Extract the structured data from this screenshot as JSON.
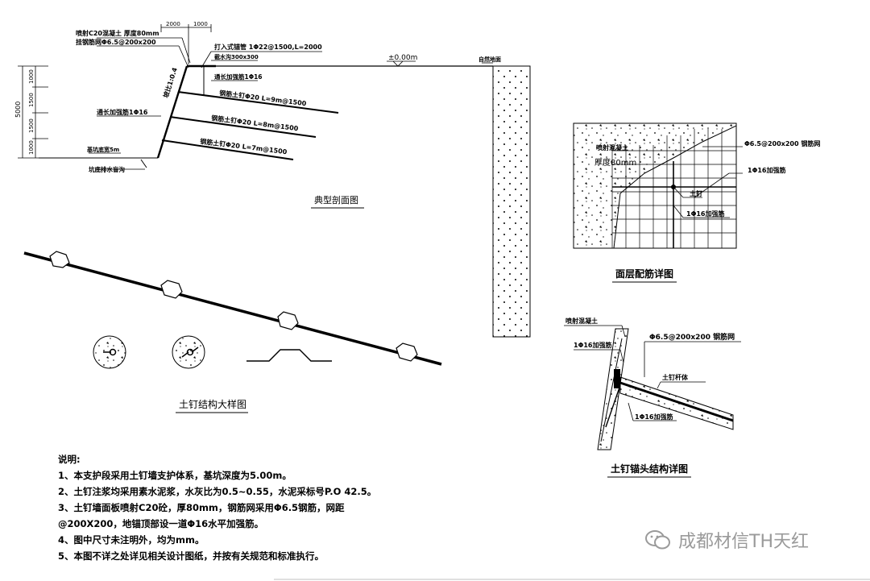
{
  "section": {
    "title": "典型剖面图",
    "dim_2000": "2000",
    "dim_1000": "1000",
    "dim_5000": "5000",
    "dim_1000_a": "1000",
    "dim_1500_a": "1500",
    "dim_1500_b": "1500",
    "dim_1000_b": "1000",
    "slope_ratio": "坡比1:0.4",
    "shotcrete": "喷射C20混凝土 厚度80mm",
    "mesh": "挂钢筋网Φ6.5@200x200",
    "anchor": "打入式锚管 1Φ22@1500,L=2000",
    "crown_beam": "截水沟300x300",
    "top_bar": "通长加强筋1Φ16",
    "nail1": "钢筋土钉Φ20 L=9m@1500",
    "nail2": "钢筋土钉Φ20 L=8m@1500",
    "nail3": "钢筋土钉Φ20 L=7m@1500",
    "through_bar": "通长加强筋1Φ16",
    "bottom_width": "基坑底宽5m",
    "drain": "坑底排水盲沟",
    "elevation": "±0.00m",
    "ground": "自然地面"
  },
  "mesh_detail": {
    "title": "面层配筋详图",
    "shotcrete": "喷射混凝土",
    "thickness": "厚度80mm",
    "mesh_label": "Φ6.5@200x200 钢筋网",
    "bar_label": "1Φ16加强筋",
    "nail_label": "土钉",
    "bar_label2": "1Φ16加强筋"
  },
  "nail_detail": {
    "title": "土钉结构大样图"
  },
  "anchor_detail": {
    "title": "土钉锚头结构详图",
    "shotcrete": "喷射混凝土",
    "mesh_label": "Φ6.5@200x200 钢筋网",
    "bar1": "1Φ16加强筋",
    "nail_body": "土钉杆体",
    "bar2": "1Φ16加强筋"
  },
  "notes": {
    "heading": "说明:",
    "items": [
      "1、本支护段采用土钉墙支护体系，基坑深度为5.00m。",
      "2、土钉注浆均采用素水泥浆，水灰比为0.5~0.55，水泥采标号P.O 42.5。",
      "3、土钉墙面板喷射C20砼，厚80mm，钢筋网采用Φ6.5钢筋，网距",
      "@200X200，地锚顶部设一道Φ16水平加强筋。",
      "4、图中尺寸未注明外，均为mm。",
      "5、本图不详之处详见相关设计图纸，并按有关规范和标准执行。"
    ]
  },
  "watermark": {
    "text": "成都材信TH天红"
  }
}
